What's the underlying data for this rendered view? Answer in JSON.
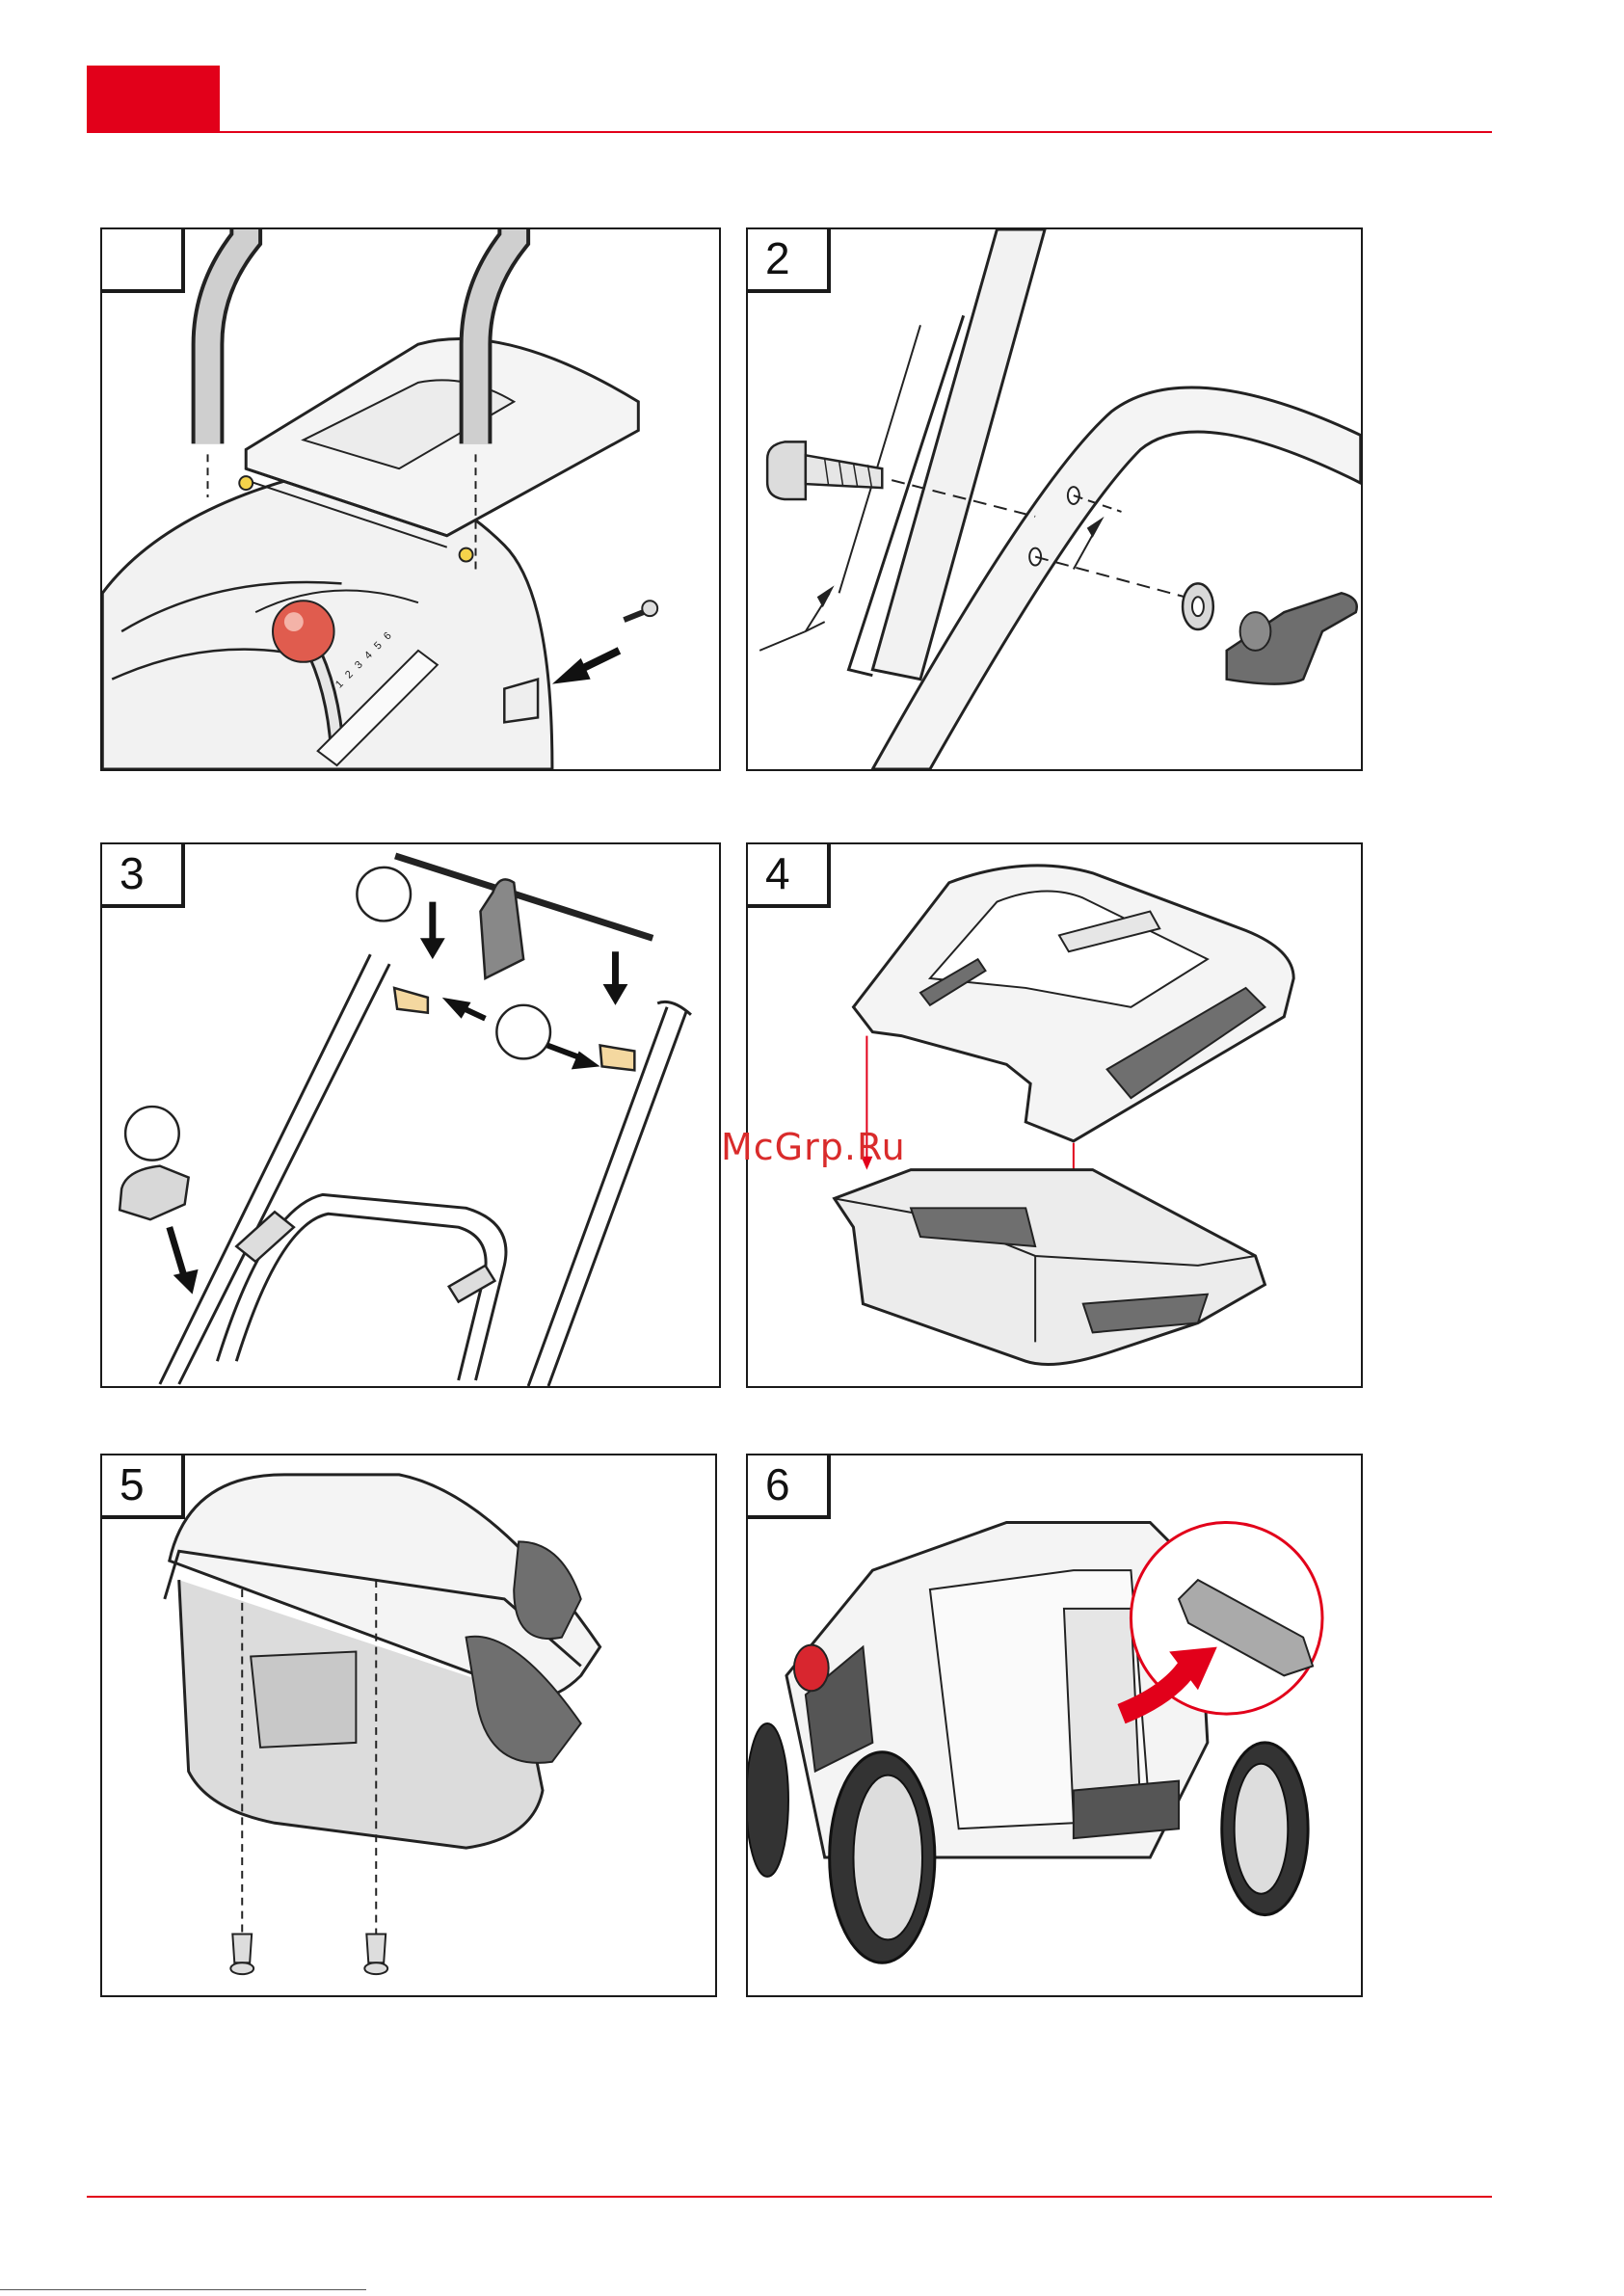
{
  "header": {
    "accent_color": "#e2001a"
  },
  "panels": [
    {
      "number": "",
      "subject": "grass catcher hook and bag assembly"
    },
    {
      "number": "2",
      "subject": "handle bolt and star knob"
    },
    {
      "number": "3",
      "subject": "handle clips and cable holder"
    },
    {
      "number": "4",
      "subject": "grass catcher lid fitting"
    },
    {
      "number": "5",
      "subject": "grass catcher screws"
    },
    {
      "number": "6",
      "subject": "mower rear with height adjust detail"
    }
  ],
  "panel1": {
    "height_scale": [
      "1",
      "2",
      "3",
      "4",
      "5",
      "6"
    ]
  },
  "watermark": "McGrp.Ru"
}
